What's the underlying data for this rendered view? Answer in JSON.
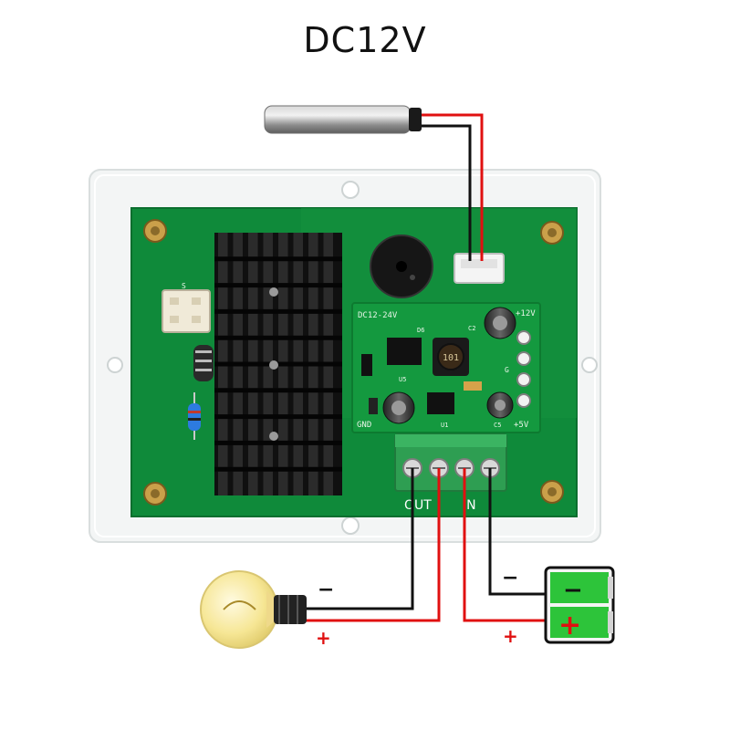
{
  "title": "DC12V",
  "labels": {
    "terminal_out": "OUT",
    "terminal_in": "IN",
    "lamp_minus": "−",
    "lamp_plus": "+",
    "battery_minus_wire": "−",
    "battery_plus_wire": "+",
    "battery_minus_sign": "−",
    "battery_plus_sign": "+"
  },
  "silkscreen": {
    "module_voltage": "DC12-24V",
    "out_12v": "+12V",
    "out_5v": "+5V",
    "gnd": "GND",
    "inductor": "101",
    "u5": "U5",
    "u1": "U1",
    "c5": "C5",
    "c2": "C2",
    "d6": "D6",
    "relay_s": "S",
    "g_pin": "G"
  },
  "colors": {
    "pcb_green": "#0f8a3a",
    "module_green": "#14993f",
    "heatsink": "#1a1a1a",
    "terminal_green": "#2e9e52",
    "wire_red": "#e01010",
    "wire_black": "#111111",
    "battery_green": "#2dc43a",
    "lamp_glass": "#f7e9a0",
    "probe_steel": "#9a9a9a"
  }
}
